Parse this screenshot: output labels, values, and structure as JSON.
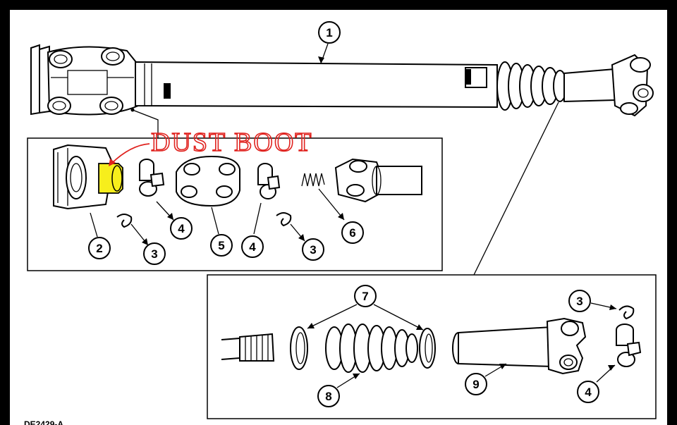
{
  "annotation": {
    "text": "DUST BOOT",
    "color": "#e0231f",
    "highlight_color": "#f7ee1c"
  },
  "drawing_code": "DE2429-A",
  "callouts": {
    "c1": "1",
    "c2": "2",
    "c3a": "3",
    "c4a": "4",
    "c5": "5",
    "c4b": "4",
    "c3b": "3",
    "c6": "6",
    "c7": "7",
    "c3c": "3",
    "c8": "8",
    "c9": "9",
    "c4c": "4"
  }
}
